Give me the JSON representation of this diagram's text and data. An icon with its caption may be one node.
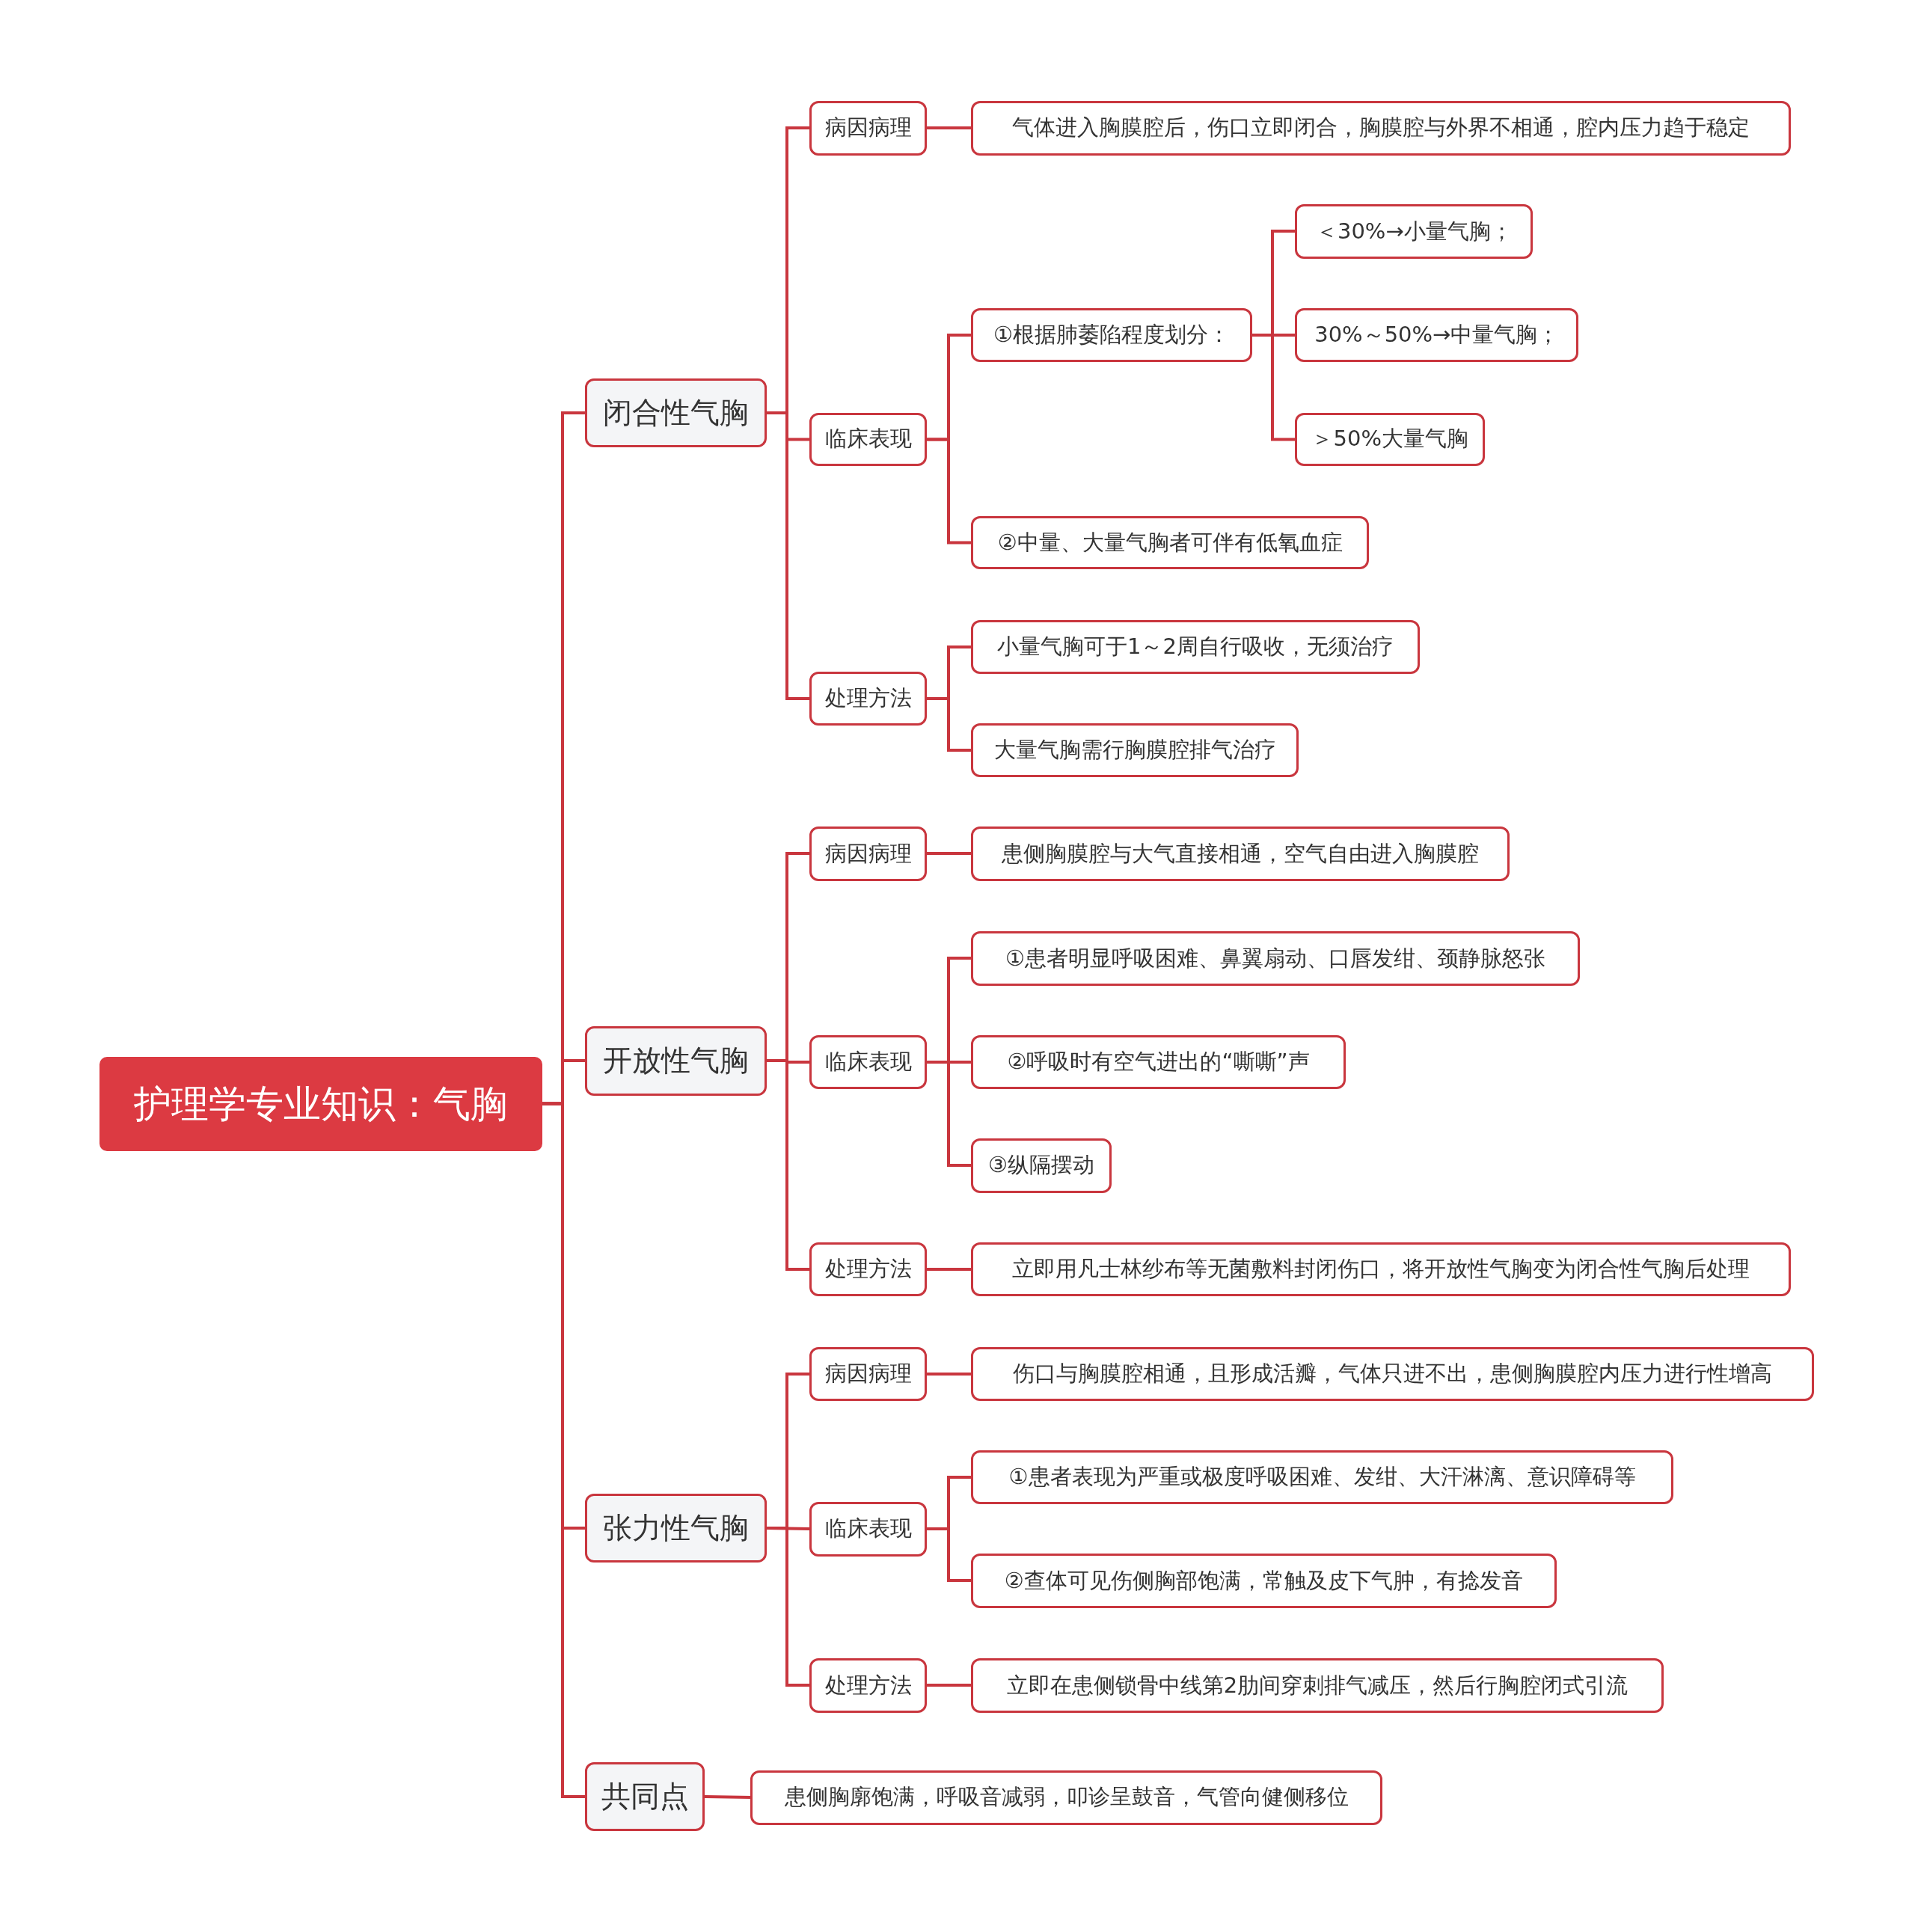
{
  "diagram": {
    "nodes": [
      {
        "text": [
          "护理学专业知识：气胸"
        ]
      },
      {
        "text": [
          "闭合性气胸"
        ]
      },
      {
        "text": [
          "病因病理"
        ]
      },
      {
        "text": [
          "气体进入胸膜腔后，伤口立即闭合，胸膜腔与外界不相通，腔内压力趋于稳定"
        ]
      },
      {
        "text": [
          "临床表现"
        ]
      },
      {
        "text": [
          "①根据肺萎陷程度划分："
        ]
      },
      {
        "text": [
          "＜30%→小量气胸；"
        ]
      },
      {
        "text": [
          "30%～50%→中量气胸；"
        ]
      },
      {
        "text": [
          "＞50%大量气胸"
        ]
      },
      {
        "text": [
          "②中量、大量气胸者可伴有低氧血症"
        ]
      },
      {
        "text": [
          "处理方法"
        ]
      },
      {
        "text": [
          "小量气胸可于1～2周自行吸收，无须治疗"
        ]
      },
      {
        "text": [
          "大量气胸需行胸膜腔排气治疗"
        ]
      },
      {
        "text": [
          "开放性气胸"
        ]
      },
      {
        "text": [
          "病因病理"
        ]
      },
      {
        "text": [
          "患侧胸膜腔与大气直接相通，空气自由进入胸膜腔"
        ]
      },
      {
        "text": [
          "临床表现"
        ]
      },
      {
        "text": [
          "①患者明显呼吸困难、鼻翼扇动、口唇发绀、颈静脉怒张"
        ]
      },
      {
        "text": [
          "②呼吸时有空气进出的“嘶嘶”声"
        ]
      },
      {
        "text": [
          "③纵隔摆动"
        ]
      },
      {
        "text": [
          "处理方法"
        ]
      },
      {
        "text": [
          "立即用凡士林纱布等无菌敷料封闭伤口，将开放性气胸变为闭合性气胸后处理"
        ]
      },
      {
        "text": [
          "张力性气胸"
        ]
      },
      {
        "text": [
          "病因病理"
        ]
      },
      {
        "text": [
          "伤口与胸膜腔相通，且形成活瓣，气体只进不出，患侧胸膜腔内压力进行性增高"
        ]
      },
      {
        "text": [
          "临床表现"
        ]
      },
      {
        "text": [
          "①患者表现为严重或极度呼吸困难、发绀、大汗淋漓、意识障碍等"
        ]
      },
      {
        "text": [
          "②查体可见伤侧胸部饱满，常触及皮下气肿，有捻发音"
        ]
      },
      {
        "text": [
          "处理方法"
        ]
      },
      {
        "text": [
          "立即在患侧锁骨中线第2肋间穿刺排气减压，然后行胸腔闭式引流"
        ]
      },
      {
        "text": [
          "共同点"
        ]
      },
      {
        "text": [
          "患侧胸廓饱满，呼吸音减弱，叩诊呈鼓音，气管向健侧移位"
        ]
      }
    ],
    "edges": [
      {
        "from": 0,
        "to": 1,
        "arrow": "none"
      },
      {
        "from": 0,
        "to": 13,
        "arrow": "none"
      },
      {
        "from": 0,
        "to": 22,
        "arrow": "none"
      },
      {
        "from": 0,
        "to": 30,
        "arrow": "none"
      },
      {
        "from": 1,
        "to": 2,
        "arrow": "none"
      },
      {
        "from": 1,
        "to": 4,
        "arrow": "none"
      },
      {
        "from": 1,
        "to": 10,
        "arrow": "none"
      },
      {
        "from": 2,
        "to": 3,
        "arrow": "none"
      },
      {
        "from": 4,
        "to": 5,
        "arrow": "none"
      },
      {
        "from": 4,
        "to": 9,
        "arrow": "none"
      },
      {
        "from": 5,
        "to": 6,
        "arrow": "none"
      },
      {
        "from": 5,
        "to": 7,
        "arrow": "none"
      },
      {
        "from": 5,
        "to": 8,
        "arrow": "none"
      },
      {
        "from": 10,
        "to": 11,
        "arrow": "none"
      },
      {
        "from": 10,
        "to": 12,
        "arrow": "none"
      },
      {
        "from": 13,
        "to": 14,
        "arrow": "none"
      },
      {
        "from": 13,
        "to": 16,
        "arrow": "none"
      },
      {
        "from": 13,
        "to": 20,
        "arrow": "none"
      },
      {
        "from": 14,
        "to": 15,
        "arrow": "none"
      },
      {
        "from": 16,
        "to": 17,
        "arrow": "none"
      },
      {
        "from": 16,
        "to": 18,
        "arrow": "none"
      },
      {
        "from": 16,
        "to": 19,
        "arrow": "none"
      },
      {
        "from": 20,
        "to": 21,
        "arrow": "none"
      },
      {
        "from": 22,
        "to": 23,
        "arrow": "none"
      },
      {
        "from": 22,
        "to": 25,
        "arrow": "none"
      },
      {
        "from": 22,
        "to": 28,
        "arrow": "none"
      },
      {
        "from": 23,
        "to": 24,
        "arrow": "none"
      },
      {
        "from": 25,
        "to": 26,
        "arrow": "none"
      },
      {
        "from": 25,
        "to": 27,
        "arrow": "none"
      },
      {
        "from": 28,
        "to": 29,
        "arrow": "none"
      },
      {
        "from": 30,
        "to": 31,
        "arrow": "none"
      }
    ]
  }
}
